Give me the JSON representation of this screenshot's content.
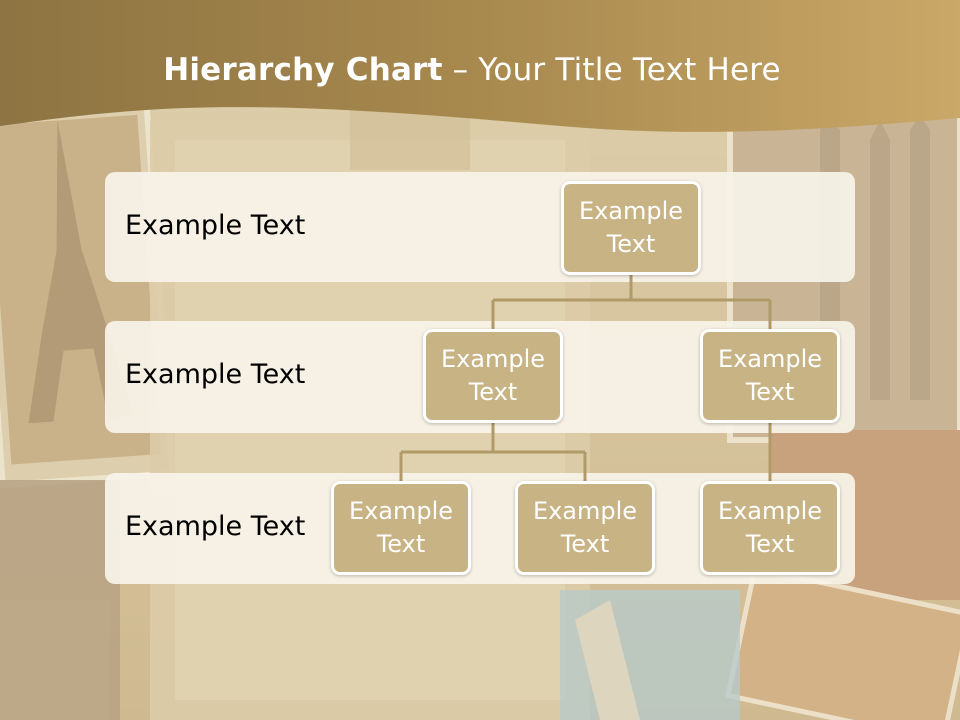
{
  "slide": {
    "title_bold": "Hierarchy Chart",
    "title_rest": " – Your Title Text Here"
  },
  "levels": [
    {
      "label": "Example Text"
    },
    {
      "label": "Example Text"
    },
    {
      "label": "Example Text"
    }
  ],
  "nodes": {
    "root": {
      "line1": "Example",
      "line2": "Text"
    },
    "mid_left": {
      "line1": "Example",
      "line2": "Text"
    },
    "mid_right": {
      "line1": "Example",
      "line2": "Text"
    },
    "leaf_1": {
      "line1": "Example",
      "line2": "Text"
    },
    "leaf_2": {
      "line1": "Example",
      "line2": "Text"
    },
    "leaf_3": {
      "line1": "Example",
      "line2": "Text"
    }
  },
  "colors": {
    "banner": "#a8894e",
    "node_fill": "#c7b384",
    "node_border": "#ffffff",
    "connector": "#b09a68",
    "band": "#f8f3e8"
  }
}
